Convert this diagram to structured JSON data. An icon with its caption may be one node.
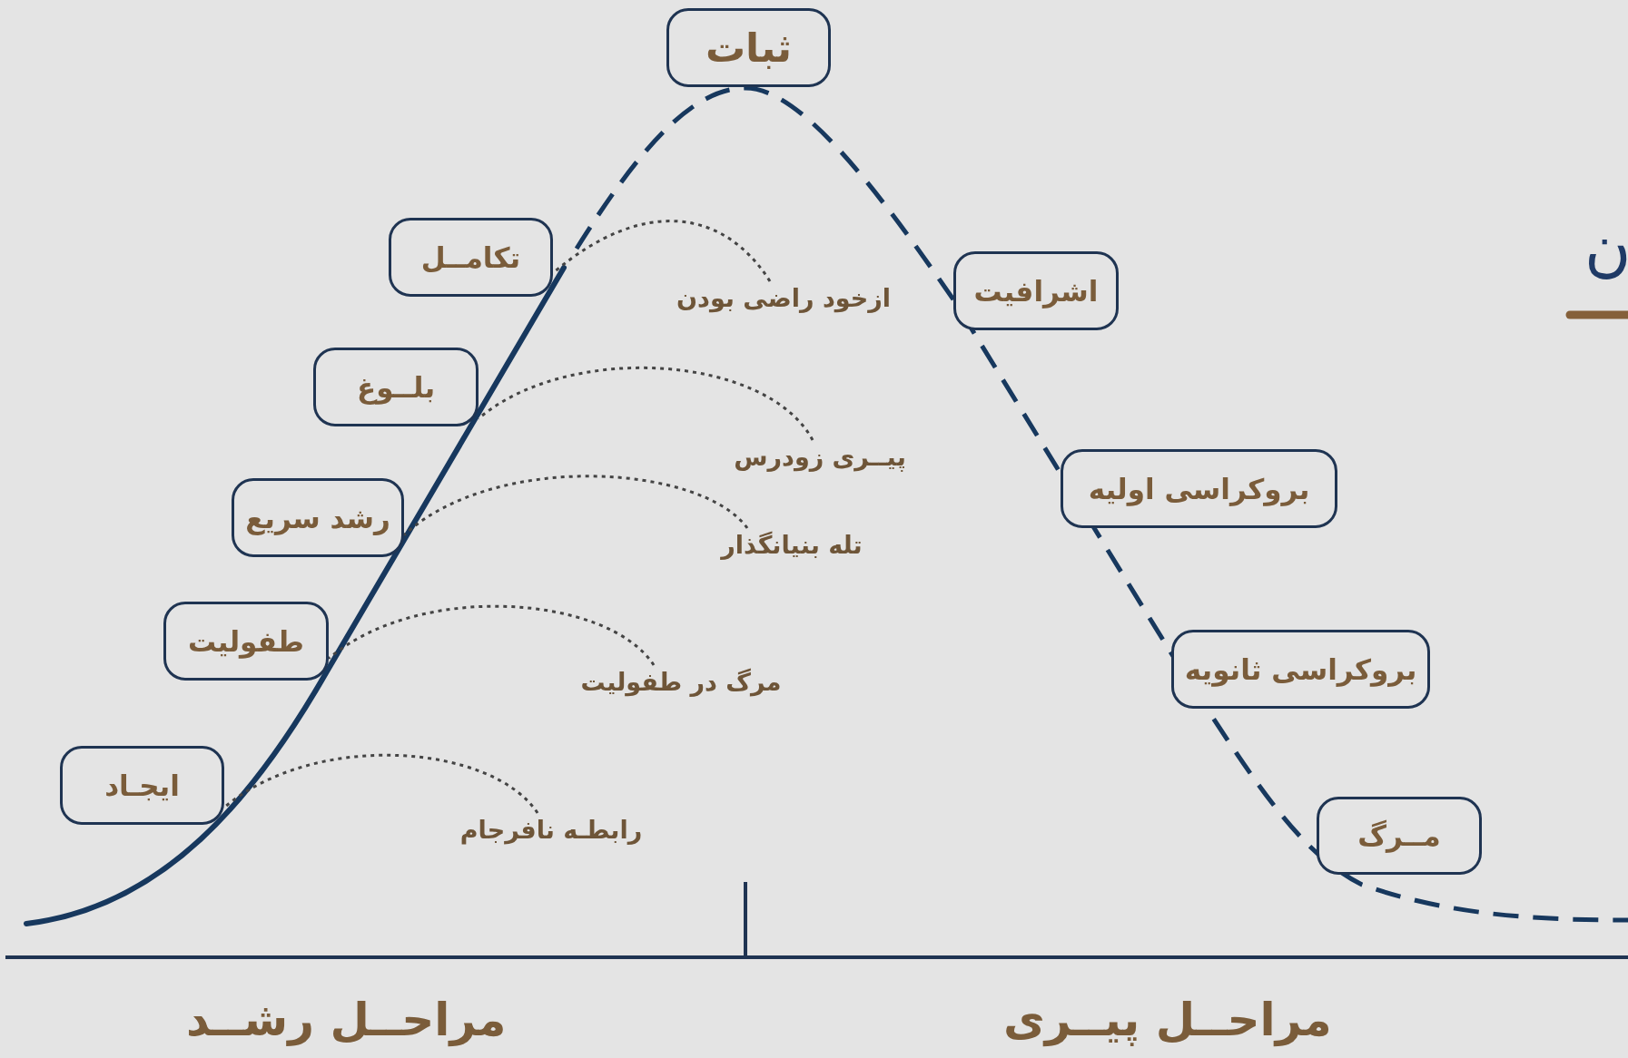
{
  "diagram": {
    "nodes": [
      {
        "text": [
          "ثبات"
        ]
      },
      {
        "text": [
          "تکامــل"
        ]
      },
      {
        "text": [
          "ازخود راضی بودن"
        ]
      },
      {
        "text": [
          "اشرافیت"
        ]
      },
      {
        "text": [
          "بلــوغ"
        ]
      },
      {
        "text": [
          "پیــری زودرس"
        ]
      },
      {
        "text": [
          "بروکراسی اولیه"
        ]
      },
      {
        "text": [
          "رشد سریع"
        ]
      },
      {
        "text": [
          "تله بنیانگذار"
        ]
      },
      {
        "text": [
          "طفولیت"
        ]
      },
      {
        "text": [
          "بروکراسی ثانویه"
        ]
      },
      {
        "text": [
          "مرگ در طفولیت"
        ]
      },
      {
        "text": [
          "ایجـاد"
        ]
      },
      {
        "text": [
          "رابطـه نافرجام"
        ]
      },
      {
        "text": [
          "مــرگ"
        ]
      }
    ],
    "edges": [
      {
        "from": 2,
        "to": 1,
        "arrow": "none",
        "style": "dashed"
      },
      {
        "from": 5,
        "to": 4,
        "arrow": "none",
        "style": "dashed"
      },
      {
        "from": 8,
        "to": 7,
        "arrow": "none",
        "style": "dashed"
      },
      {
        "from": 11,
        "to": 9,
        "arrow": "none",
        "style": "dashed"
      },
      {
        "from": 13,
        "to": 12,
        "arrow": "none",
        "style": "dashed"
      }
    ],
    "labels": [
      "ن",
      "مراحــل رشــد",
      "مراحــل پیــری"
    ]
  }
}
